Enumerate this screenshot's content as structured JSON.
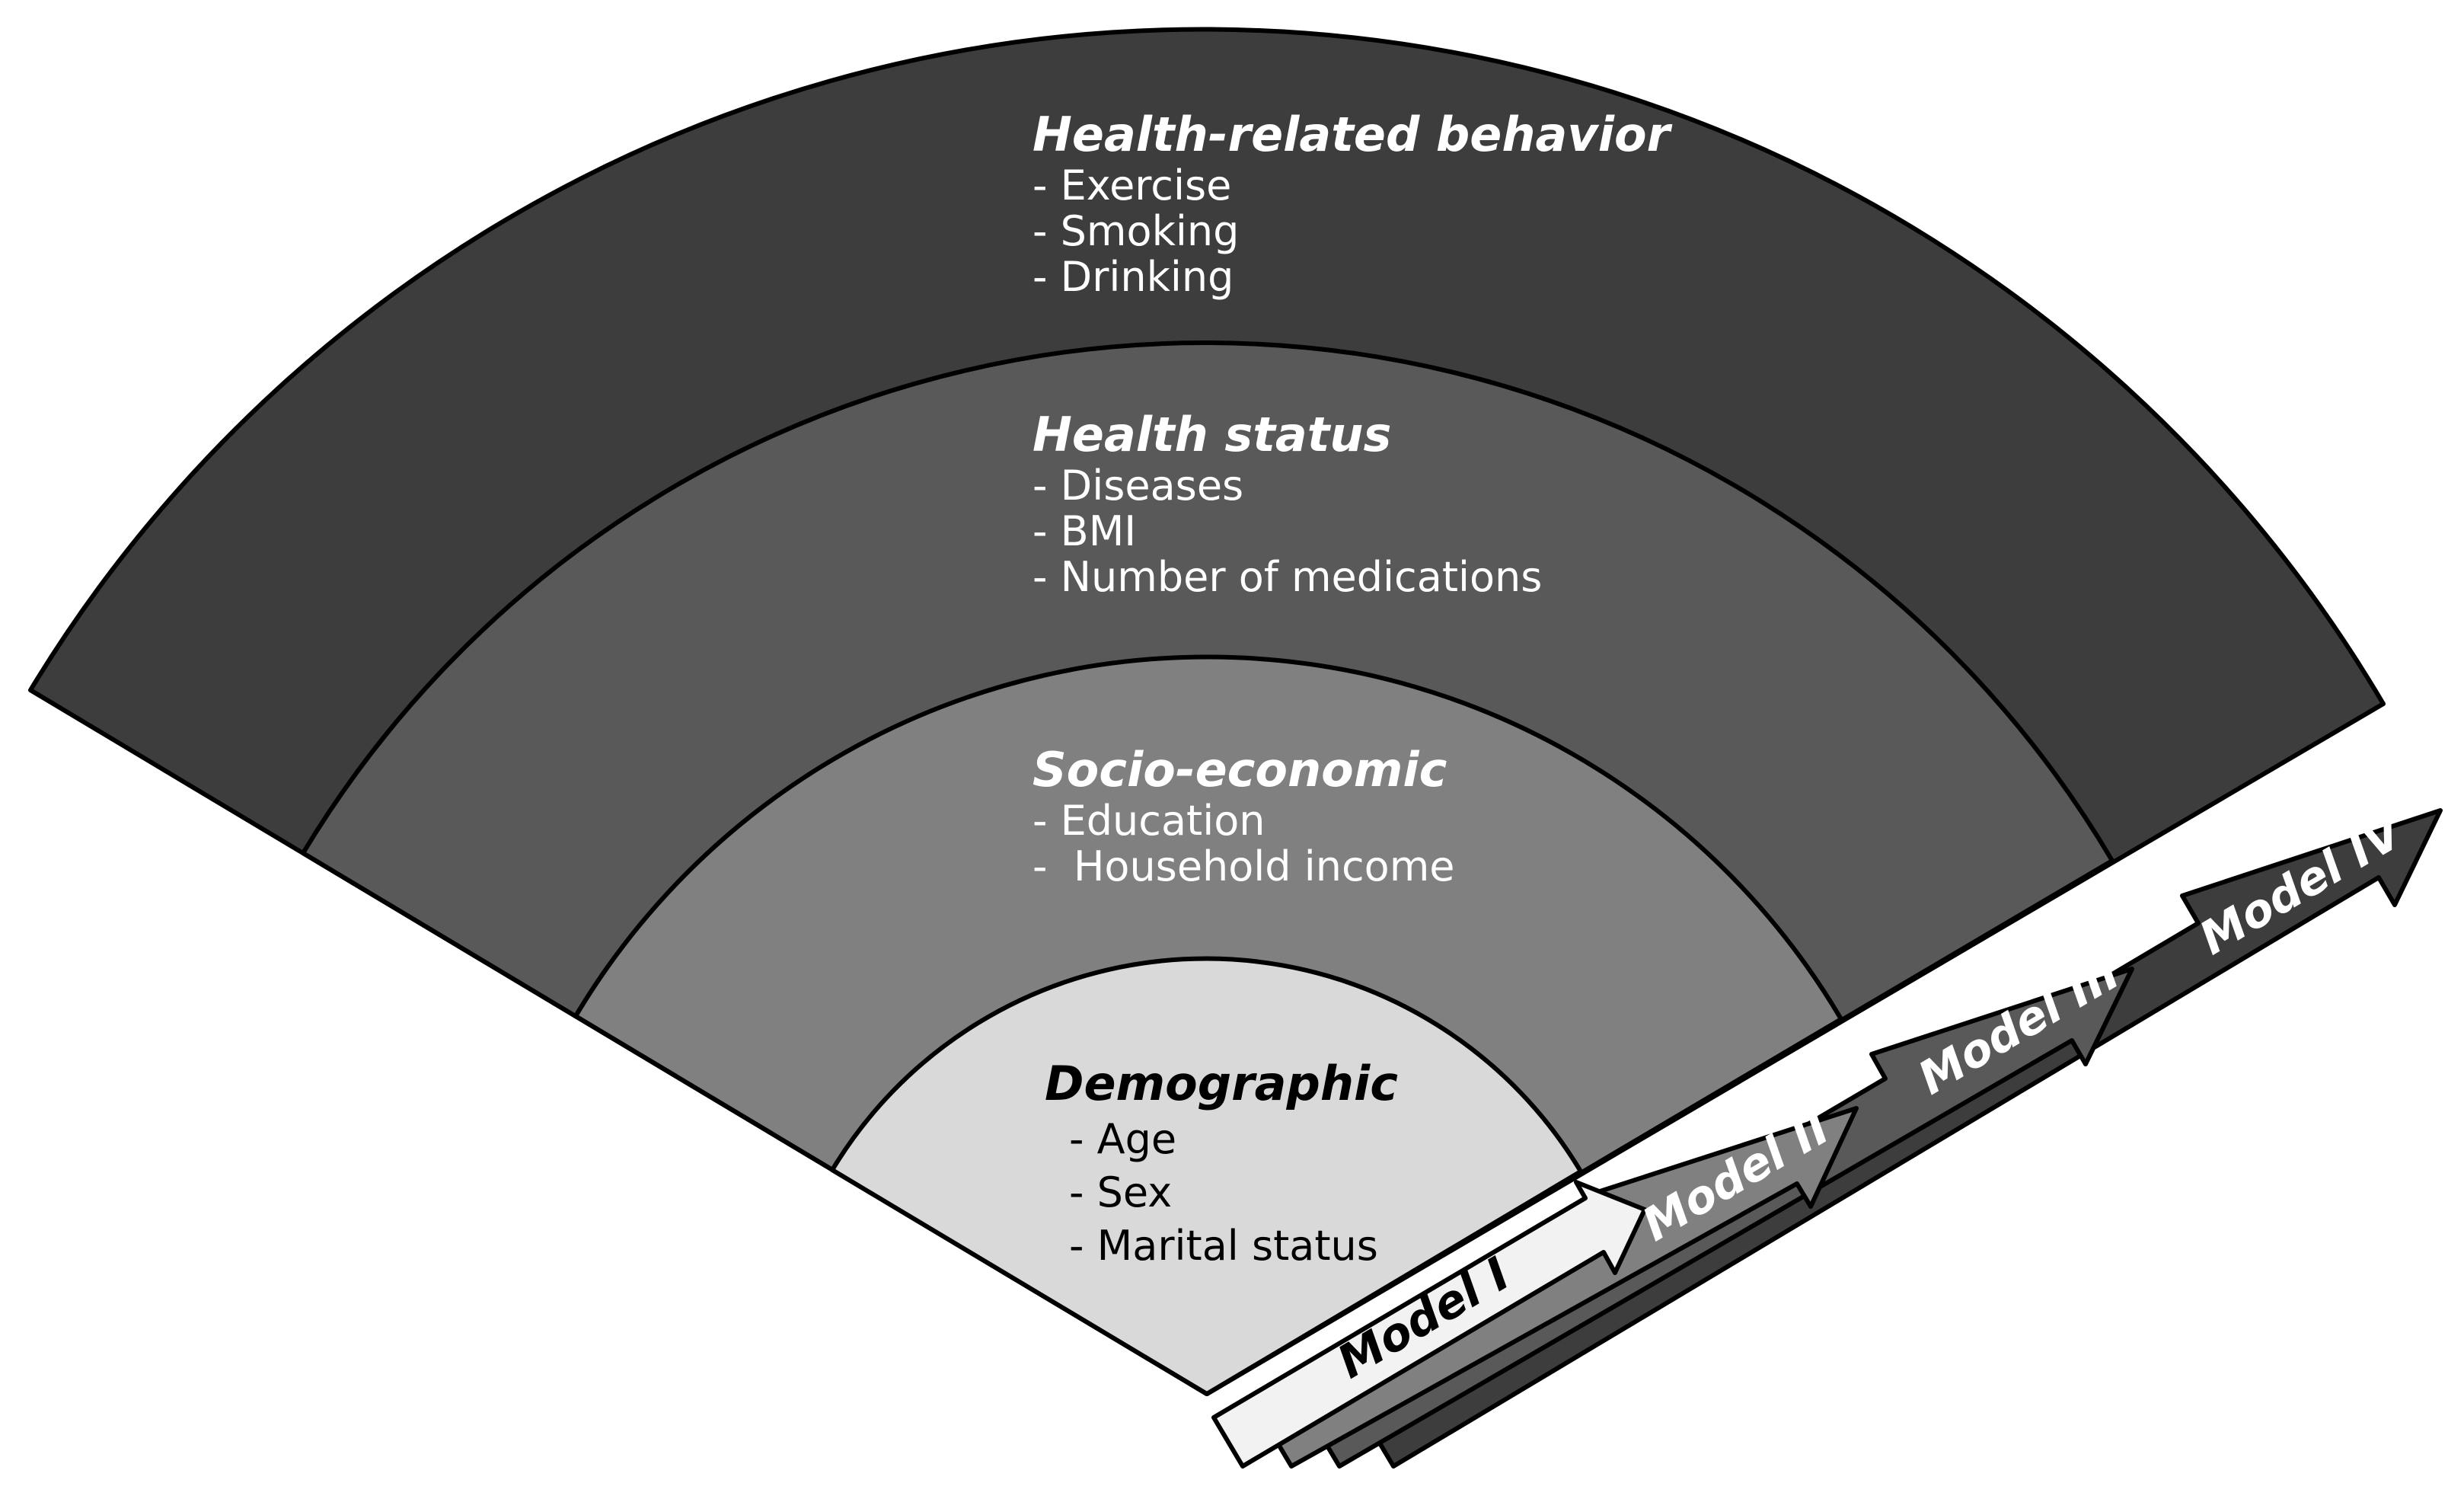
{
  "colors": {
    "ring_behavior": "#3d3d3d",
    "ring_health": "#595959",
    "ring_socio": "#808080",
    "core_demographic": "#d9d9d9",
    "arrow_model_1": "#f2f2f2",
    "arrow_model_2": "#808080",
    "arrow_model_3": "#595959",
    "arrow_model_4": "#3d3d3d",
    "outline": "#000000"
  },
  "layers": {
    "behavior": {
      "title": "Health-related behavior",
      "items": [
        "- Exercise",
        "- Smoking",
        "- Drinking"
      ]
    },
    "health_status": {
      "title": "Health status",
      "items": [
        "- Diseases",
        "- BMI",
        "- Number of medications"
      ]
    },
    "socio_economic": {
      "title": "Socio-economic",
      "items": [
        "- Education",
        "-  Household income"
      ]
    },
    "demographic": {
      "title": "Demographic",
      "items": [
        "- Age",
        "- Sex",
        "- Marital status"
      ]
    }
  },
  "models": [
    "Model I",
    "Model II",
    "Model III",
    "Model IV"
  ]
}
